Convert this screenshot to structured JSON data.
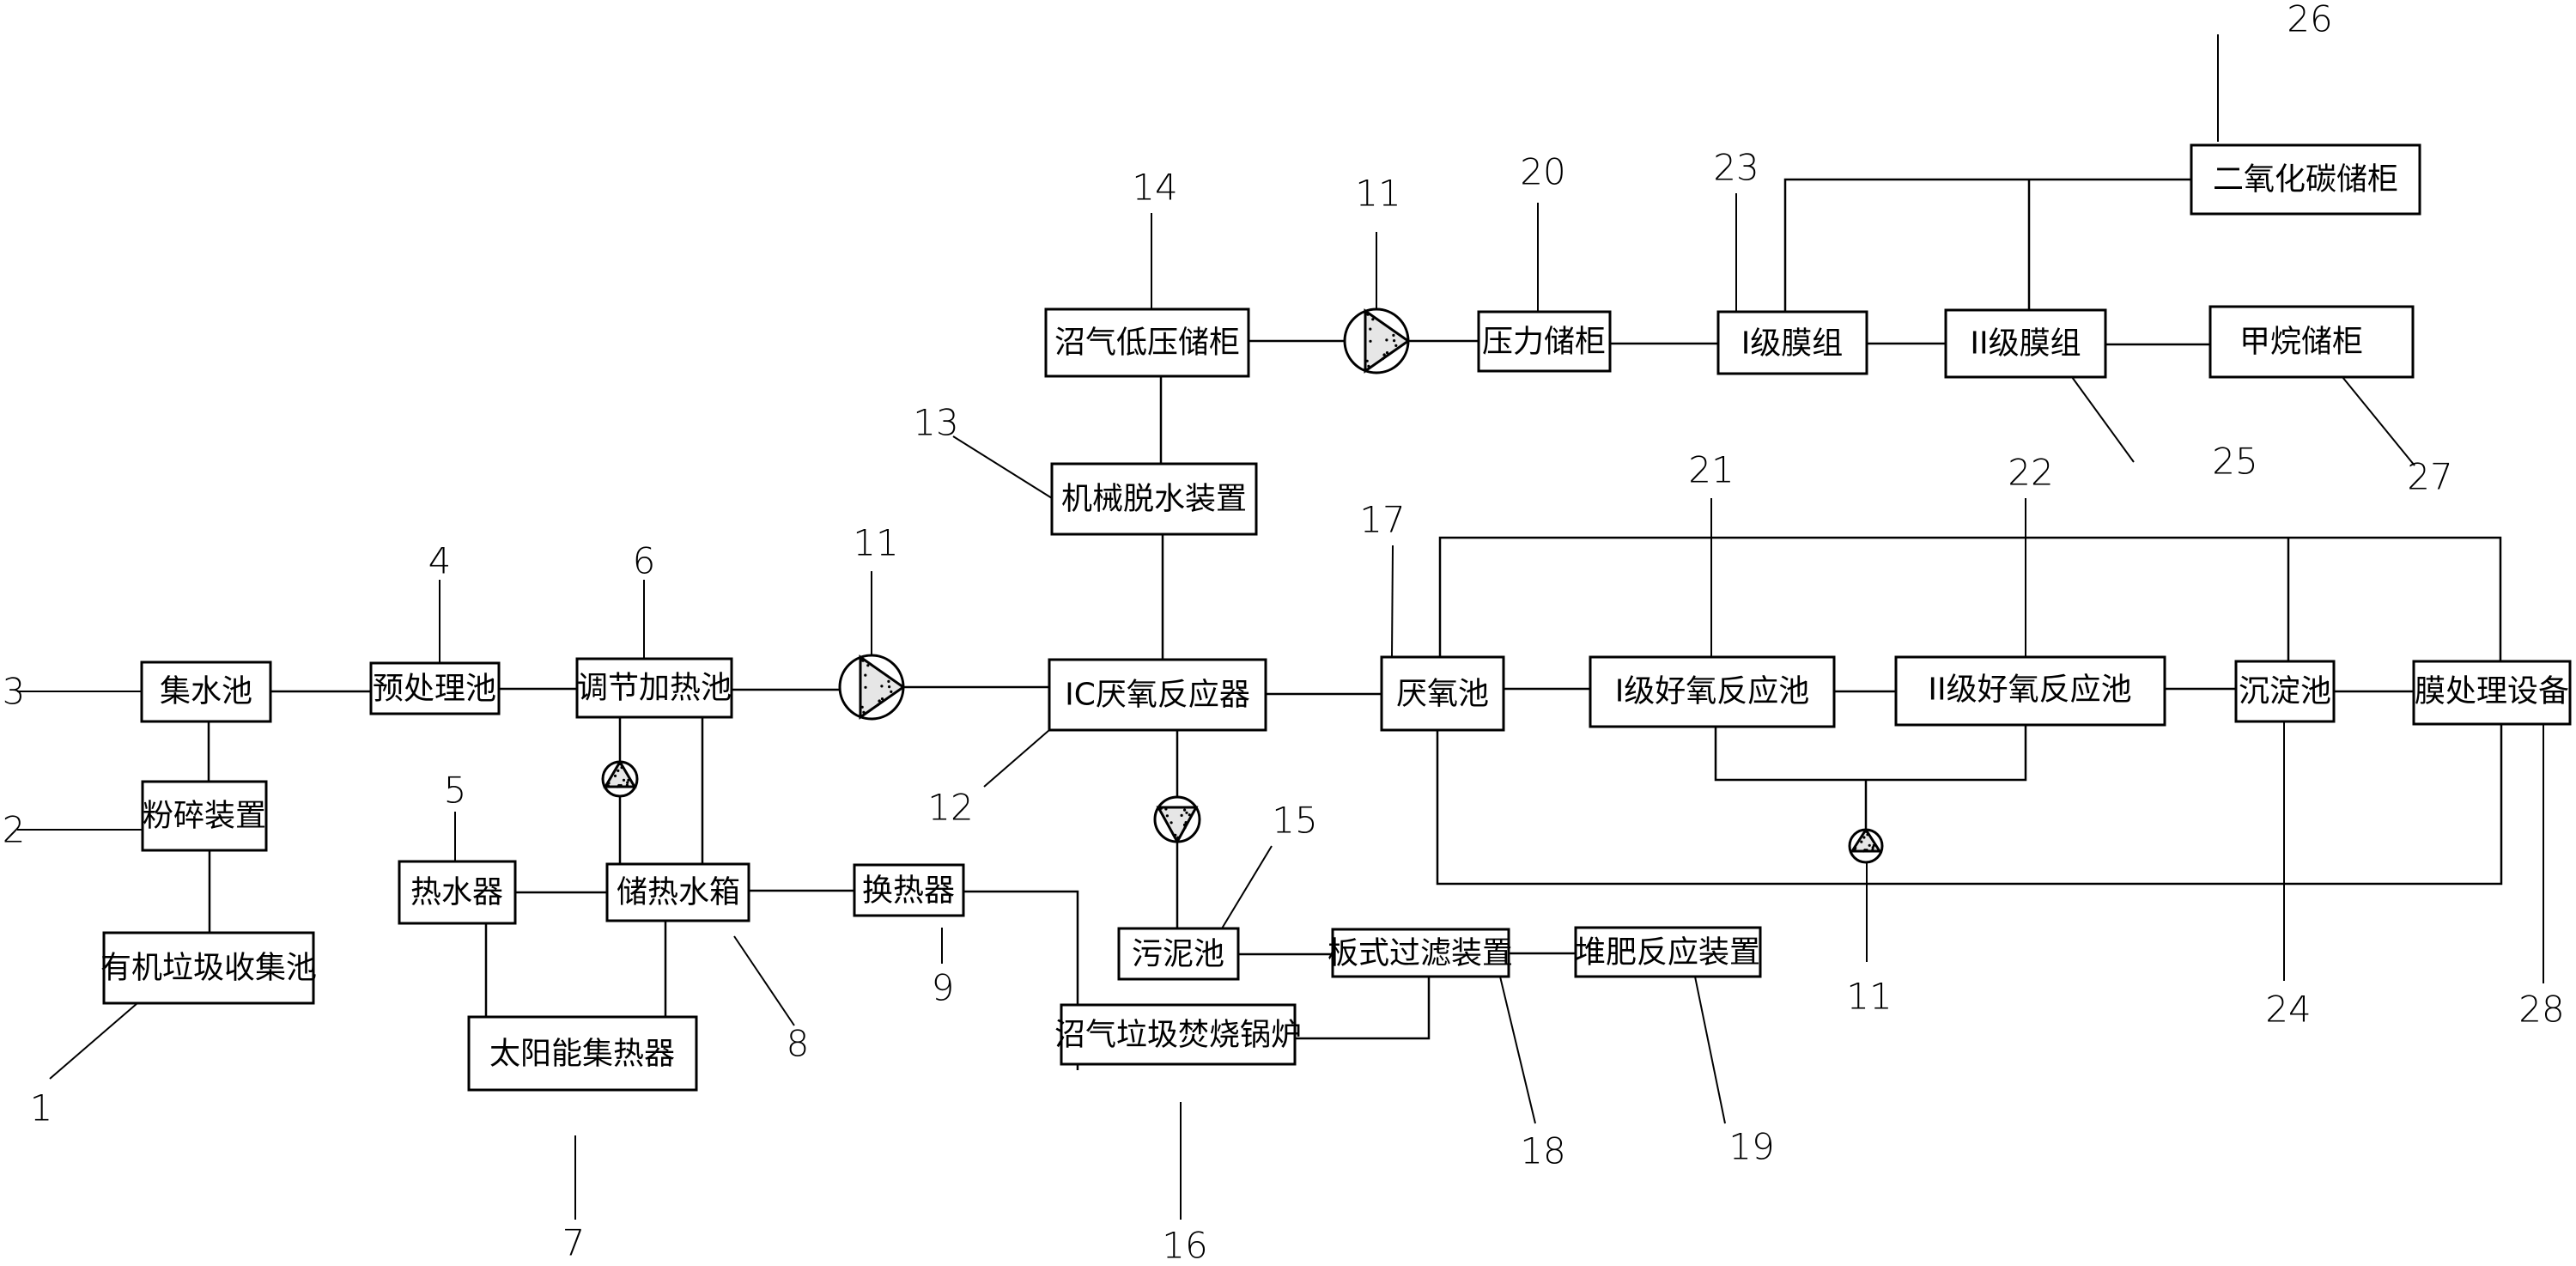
{
  "title": "有机垃圾处理及沼气提纯系统流程图",
  "components": [
    {
      "id": "organic-waste-collection",
      "ref": "1",
      "label": "有机垃圾收集池"
    },
    {
      "id": "crusher",
      "ref": "2",
      "label": "粉碎装置"
    },
    {
      "id": "water-collection",
      "ref": "3",
      "label": "集水池"
    },
    {
      "id": "pretreatment",
      "ref": "4",
      "label": "预处理池"
    },
    {
      "id": "water-heater",
      "ref": "5",
      "label": "热水器"
    },
    {
      "id": "regulating-heating",
      "ref": "6",
      "label": "调节加热池"
    },
    {
      "id": "solar-collector",
      "ref": "7",
      "label": "太阳能集热器"
    },
    {
      "id": "heat-storage-tank",
      "ref": "8",
      "label": "储热水箱"
    },
    {
      "id": "heat-exchanger",
      "ref": "9",
      "label": "换热器"
    },
    {
      "id": "ic-reactor",
      "ref": "12",
      "label": "IC厌氧反应器"
    },
    {
      "id": "mechanical-dewatering",
      "ref": "13",
      "label": "机械脱水装置"
    },
    {
      "id": "biogas-low-pressure",
      "ref": "14",
      "label": "沼气低压储柜"
    },
    {
      "id": "sludge-tank",
      "ref": "15",
      "label": "污泥池"
    },
    {
      "id": "boiler",
      "ref": "16",
      "label": "沼气垃圾焚烧锅炉"
    },
    {
      "id": "anaerobic-tank",
      "ref": "17",
      "label": "厌氧池"
    },
    {
      "id": "plate-filter",
      "ref": "18",
      "label": "板式过滤装置"
    },
    {
      "id": "compost-reactor",
      "ref": "19",
      "label": "堆肥反应装置"
    },
    {
      "id": "pressure-storage",
      "ref": "20",
      "label": "压力储柜"
    },
    {
      "id": "aerobic-1",
      "ref": "21",
      "label": "Ⅰ级好氧反应池"
    },
    {
      "id": "aerobic-2",
      "ref": "22",
      "label": "ⅠⅠ级好氧反应池"
    },
    {
      "id": "membrane-1",
      "ref": "23",
      "label": "Ⅰ级膜组"
    },
    {
      "id": "sedimentation",
      "ref": "24",
      "label": "沉淀池"
    },
    {
      "id": "membrane-2",
      "ref": "25",
      "label": "ⅠⅠ级膜组"
    },
    {
      "id": "co2-storage",
      "ref": "26",
      "label": "二氧化碳储柜"
    },
    {
      "id": "methane-storage",
      "ref": "27",
      "label": "甲烷储柜"
    },
    {
      "id": "membrane-treatment",
      "ref": "28",
      "label": "膜处理设备"
    }
  ],
  "pump_ref": "11",
  "ref_labels": {
    "n1": "1",
    "n2": "2",
    "n3": "3",
    "n4": "4",
    "n5": "5",
    "n6": "6",
    "n7": "7",
    "n8": "8",
    "n9": "9",
    "n11a": "11",
    "n11b": "11",
    "n11c": "11",
    "n12": "12",
    "n13": "13",
    "n14": "14",
    "n15": "15",
    "n16": "16",
    "n17": "17",
    "n18": "18",
    "n19": "19",
    "n20": "20",
    "n21": "21",
    "n22": "22",
    "n23": "23",
    "n24": "24",
    "n25": "25",
    "n26": "26",
    "n27": "27",
    "n28": "28"
  }
}
